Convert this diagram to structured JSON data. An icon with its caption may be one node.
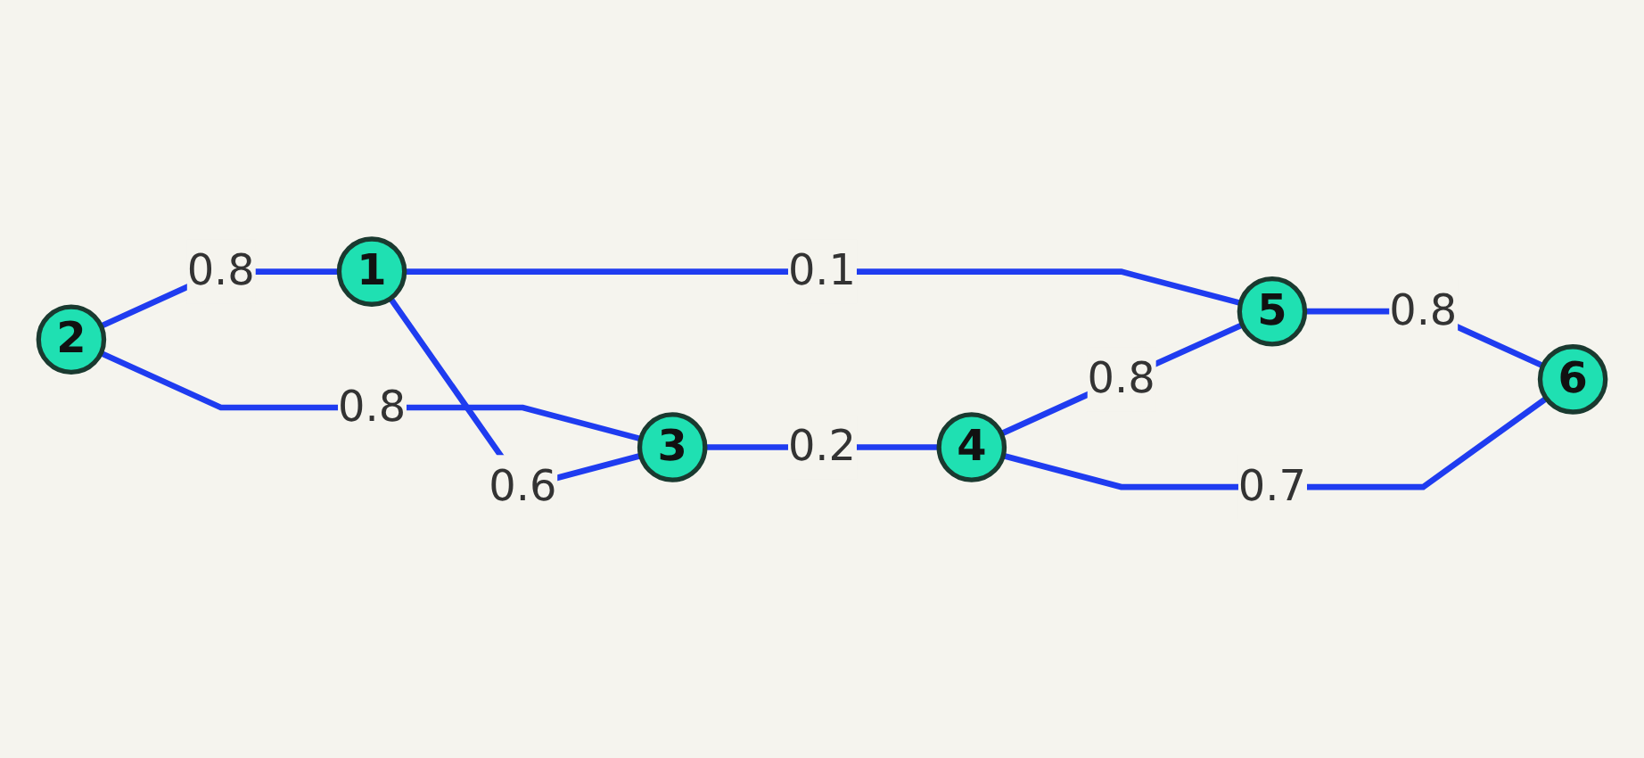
{
  "diagram": {
    "nodes": [
      {
        "text": [
          "1"
        ]
      },
      {
        "text": [
          "2"
        ]
      },
      {
        "text": [
          "3"
        ]
      },
      {
        "text": [
          "4"
        ]
      },
      {
        "text": [
          "5"
        ]
      },
      {
        "text": [
          "6"
        ]
      }
    ],
    "edges": [
      {
        "from": 1,
        "to": 0,
        "arrow": "none",
        "label": "0.8"
      },
      {
        "from": 1,
        "to": 2,
        "arrow": "none",
        "label": "0.8"
      },
      {
        "from": 0,
        "to": 2,
        "arrow": "none",
        "label": "0.6"
      },
      {
        "from": 0,
        "to": 4,
        "arrow": "none",
        "label": "0.1"
      },
      {
        "from": 2,
        "to": 3,
        "arrow": "none",
        "label": "0.2"
      },
      {
        "from": 3,
        "to": 4,
        "arrow": "none",
        "label": "0.8"
      },
      {
        "from": 4,
        "to": 5,
        "arrow": "none",
        "label": "0.8"
      },
      {
        "from": 3,
        "to": 5,
        "arrow": "none",
        "label": "0.7"
      }
    ]
  }
}
